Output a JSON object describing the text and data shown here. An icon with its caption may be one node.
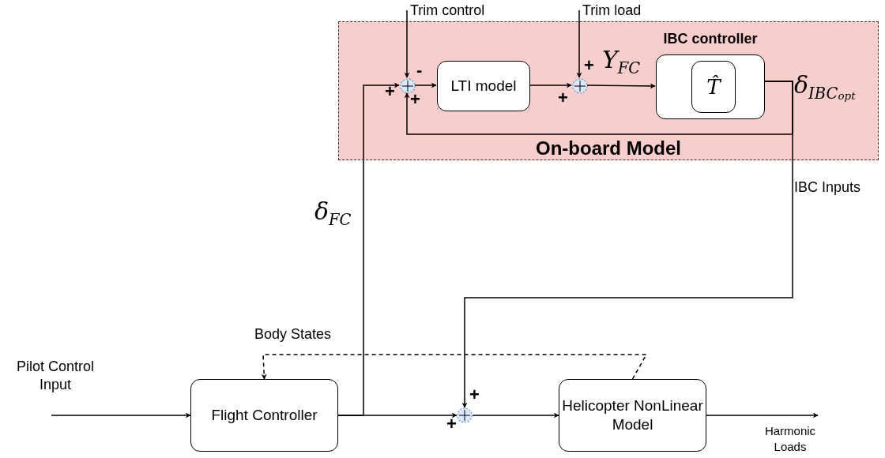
{
  "diagram": {
    "nodes": [
      {
        "text": [
          "On-board Model"
        ]
      },
      {
        "text": [],
        "shape": "circle",
        "in": 0
      },
      {
        "text": [
          "LTI model"
        ],
        "in": 0
      },
      {
        "text": [],
        "shape": "circle",
        "in": 0
      },
      {
        "text": [
          "IBC controller"
        ],
        "in": 0
      },
      {
        "text": [
          "T̂"
        ],
        "in": 4
      },
      {
        "text": [
          "Trim control"
        ]
      },
      {
        "text": [
          "Trim load"
        ]
      },
      {
        "text": [
          "Flight Controller"
        ]
      },
      {
        "text": [],
        "shape": "circle"
      },
      {
        "text": [
          "Helicopter NonLinear Model"
        ]
      },
      {
        "text": [
          "Pilot Control Input"
        ]
      },
      {
        "text": [
          "Harmonic Loads"
        ]
      }
    ],
    "edges": [
      {
        "from": 6,
        "to": 1,
        "arrow": "to"
      },
      {
        "from": 7,
        "to": 3,
        "arrow": "to"
      },
      {
        "from": 1,
        "to": 2,
        "arrow": "to"
      },
      {
        "from": 2,
        "to": 3,
        "arrow": "to"
      },
      {
        "from": 3,
        "to": 4,
        "arrow": "to",
        "label": "Y$_{FC}$"
      },
      {
        "from": 4,
        "to": 1,
        "arrow": "to"
      },
      {
        "from": 4,
        "to": 9,
        "arrow": "to",
        "label": "IBC Inputs"
      },
      {
        "from": 8,
        "to": 1,
        "arrow": "to",
        "label": "δ$_{FC}$"
      },
      {
        "from": 8,
        "to": 9,
        "arrow": "to"
      },
      {
        "from": 9,
        "to": 10,
        "arrow": "to"
      },
      {
        "from": 10,
        "to": 8,
        "arrow": "to",
        "style": "dashed",
        "label": "Body States"
      },
      {
        "from": 11,
        "to": 8,
        "arrow": "to"
      },
      {
        "from": 10,
        "to": 12,
        "arrow": "to"
      }
    ],
    "labels": [
      "-",
      "+",
      "+",
      "+",
      "+",
      "δ$_{IBC}$$_{opt}$",
      "+",
      "+"
    ]
  }
}
